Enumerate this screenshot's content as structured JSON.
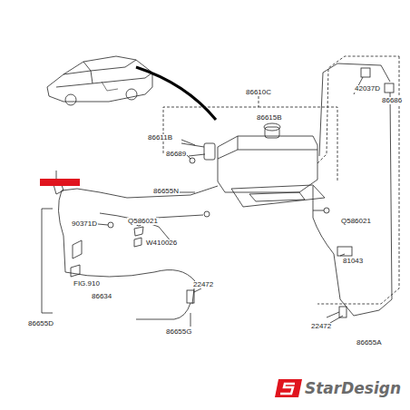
{
  "diagram": {
    "labels": [
      "86610C",
      "86611B",
      "86615B",
      "86689",
      "86655N",
      "Q586021",
      "Q586021",
      "90371D",
      "W410026",
      "FIG.910",
      "86634",
      "86655D",
      "22472",
      "86655G",
      "22472",
      "42037D",
      "86686",
      "81043",
      "86655A",
      "StarDesign"
    ]
  }
}
